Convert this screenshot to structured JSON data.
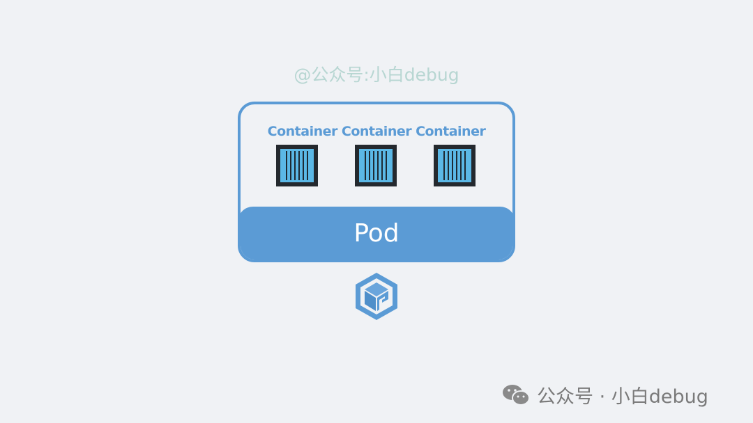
{
  "watermark_top": "@公众号:小白debug",
  "containers": [
    "Container",
    "Container",
    "Container"
  ],
  "pod_label": "Pod",
  "footer": {
    "text": "公众号 · 小白debug"
  },
  "colors": {
    "accent": "#5b9bd5",
    "container": "#5bb8e6"
  }
}
